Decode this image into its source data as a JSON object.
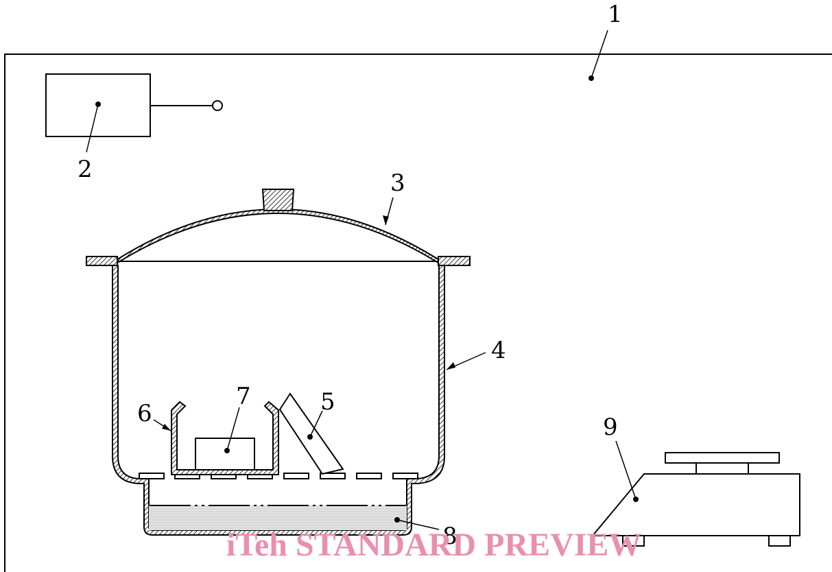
{
  "diagram": {
    "labels": {
      "l1": "1",
      "l2": "2",
      "l3": "3",
      "l4": "4",
      "l5": "5",
      "l6": "6",
      "l7": "7",
      "l8": "8",
      "l9": "9"
    },
    "watermark": "iTeh STANDARD PREVIEW",
    "colors": {
      "line": "#000000",
      "watermark": "#e98fb0",
      "liquid": "#dcdcdc"
    }
  }
}
